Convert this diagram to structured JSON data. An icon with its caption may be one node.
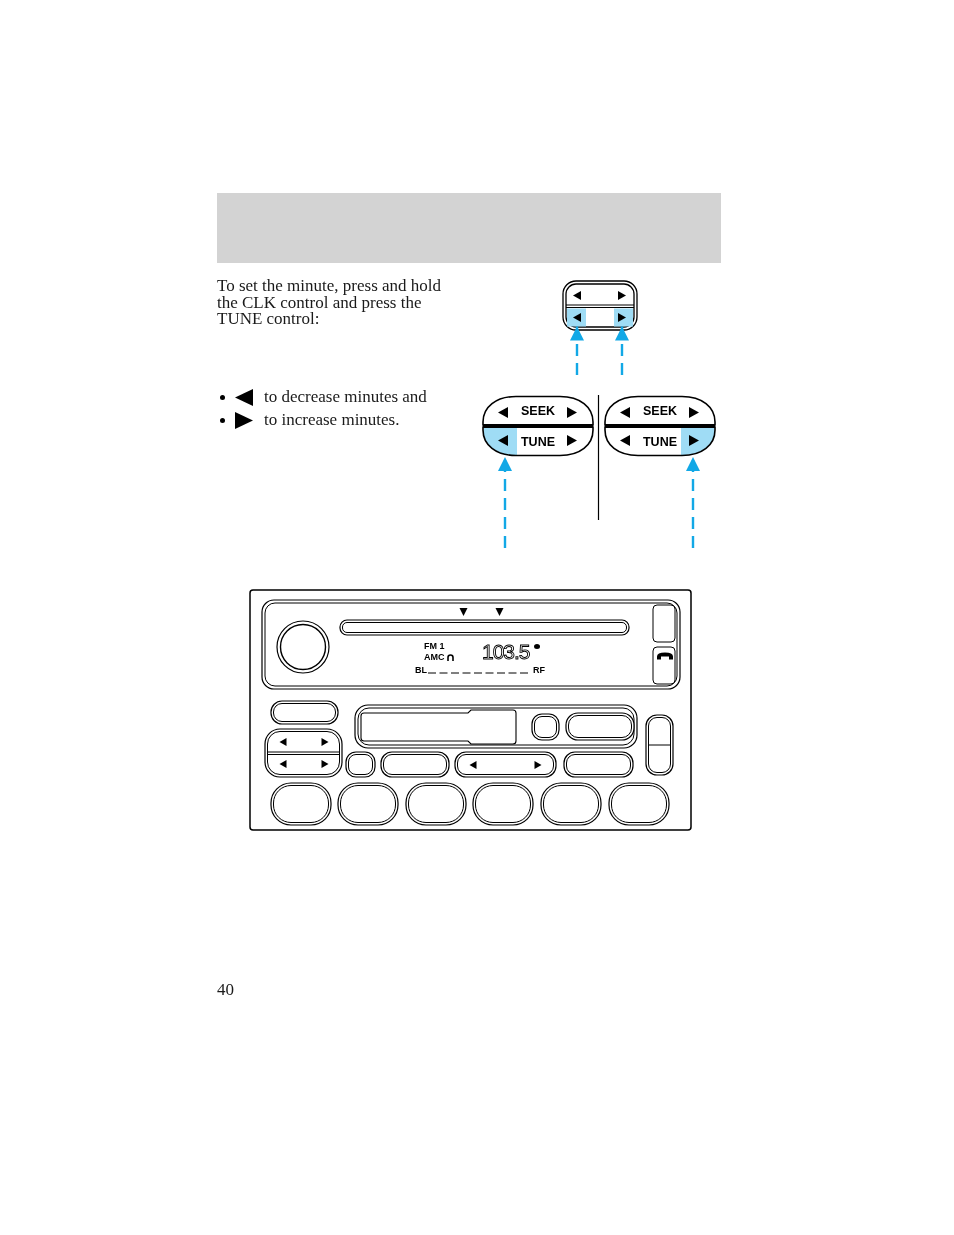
{
  "diagram": {
    "nodes": [
      {
        "text": [],
        "shape": "box"
      },
      {
        "text": [],
        "shape": "box"
      },
      {
        "text": [
          "SEEK"
        ]
      },
      {
        "text": [
          "SEEK"
        ]
      },
      {
        "text": [
          "TUNE"
        ]
      },
      {
        "text": [
          "TUNE"
        ]
      }
    ],
    "edges": [
      {
        "from": null,
        "to": 0,
        "arrow": "to",
        "style": "dashed"
      },
      {
        "from": null,
        "to": 1,
        "arrow": "to",
        "style": "dashed"
      },
      {
        "from": null,
        "to": 4,
        "arrow": "to",
        "style": "dashed"
      },
      {
        "from": null,
        "to": 5,
        "arrow": "to",
        "style": "dashed"
      }
    ],
    "labels": [
      "To set the minute, press and hold the CLK control and press the TUNE control:",
      "to decrease minutes and",
      "to increase minutes.",
      "FM 1",
      "AMC",
      "103.5",
      "BL",
      "RF",
      "40"
    ]
  }
}
